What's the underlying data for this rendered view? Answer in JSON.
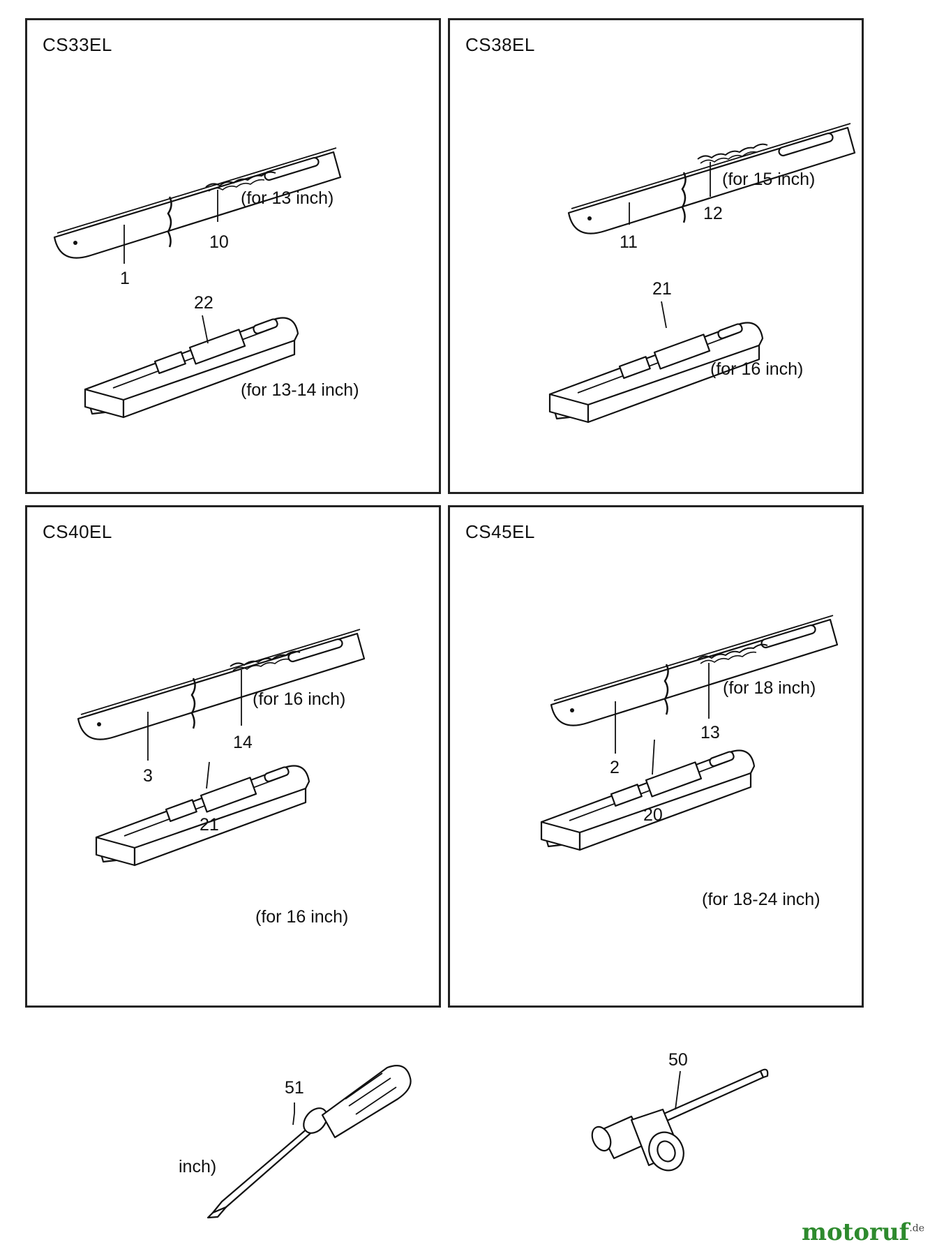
{
  "panels": [
    {
      "model": "CS33EL",
      "bar_num": "1",
      "chain_num": "10",
      "chain_note": "(for 13 inch)",
      "cover_num": "22",
      "cover_note": "(for 13-14 inch)"
    },
    {
      "model": "CS38EL",
      "bar_num": "11",
      "chain_num": "12",
      "chain_note": "(for 15 inch)",
      "cover_num": "21",
      "cover_note": "(for 16 inch)"
    },
    {
      "model": "CS40EL",
      "bar_num": "3",
      "chain_num": "14",
      "chain_note": "(for 16 inch)",
      "cover_num": "21",
      "cover_note": "(for 16 inch)"
    },
    {
      "model": "CS45EL",
      "bar_num": "2",
      "chain_num": "13",
      "chain_note": "(for 18 inch)",
      "cover_num": "20",
      "cover_note": "(for 18-24 inch)"
    }
  ],
  "tools": {
    "screwdriver_num": "51",
    "screwdriver_note": "inch)",
    "wrench_num": "50"
  },
  "watermark": {
    "main": "motoruf",
    "suffix": ".de"
  }
}
